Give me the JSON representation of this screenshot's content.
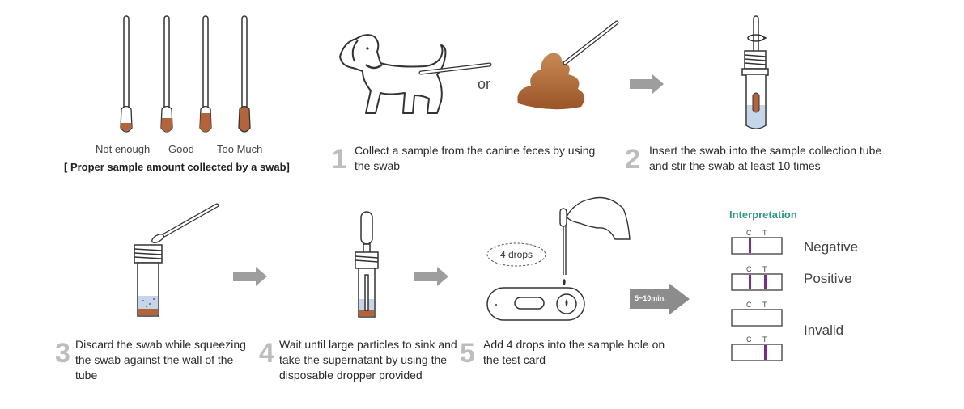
{
  "swab_panel": {
    "labels": [
      "Not enough",
      "Good",
      "Too Much"
    ],
    "caption": "[ Proper sample amount collected by a swab]"
  },
  "step1": {
    "number": "1",
    "text": "Collect a sample from the canine feces by using the swab",
    "or_label": "or"
  },
  "step2": {
    "number": "2",
    "text": "Insert the swab into the sample collection tube and stir the swab at least 10 times"
  },
  "step3": {
    "number": "3",
    "text": "Discard the swab while squeezing the swab against the wall of the tube"
  },
  "step4": {
    "number": "4",
    "text": "Wait until large particles to sink and take the supernatant by using the disposable dropper provided"
  },
  "step5": {
    "number": "5",
    "text": "Add 4 drops into the sample hole on the test card",
    "drops_label": "4 drops"
  },
  "timer": {
    "label": "5~10min."
  },
  "interpretation": {
    "title": "Interpretation",
    "c_label": "C",
    "t_label": "T",
    "results": [
      "Negative",
      "Positive",
      "Invalid"
    ]
  },
  "colors": {
    "line": "#7b2a8e",
    "sample": "#b5643a",
    "arrow": "#9e9e9e",
    "accent": "#2e9a83"
  }
}
